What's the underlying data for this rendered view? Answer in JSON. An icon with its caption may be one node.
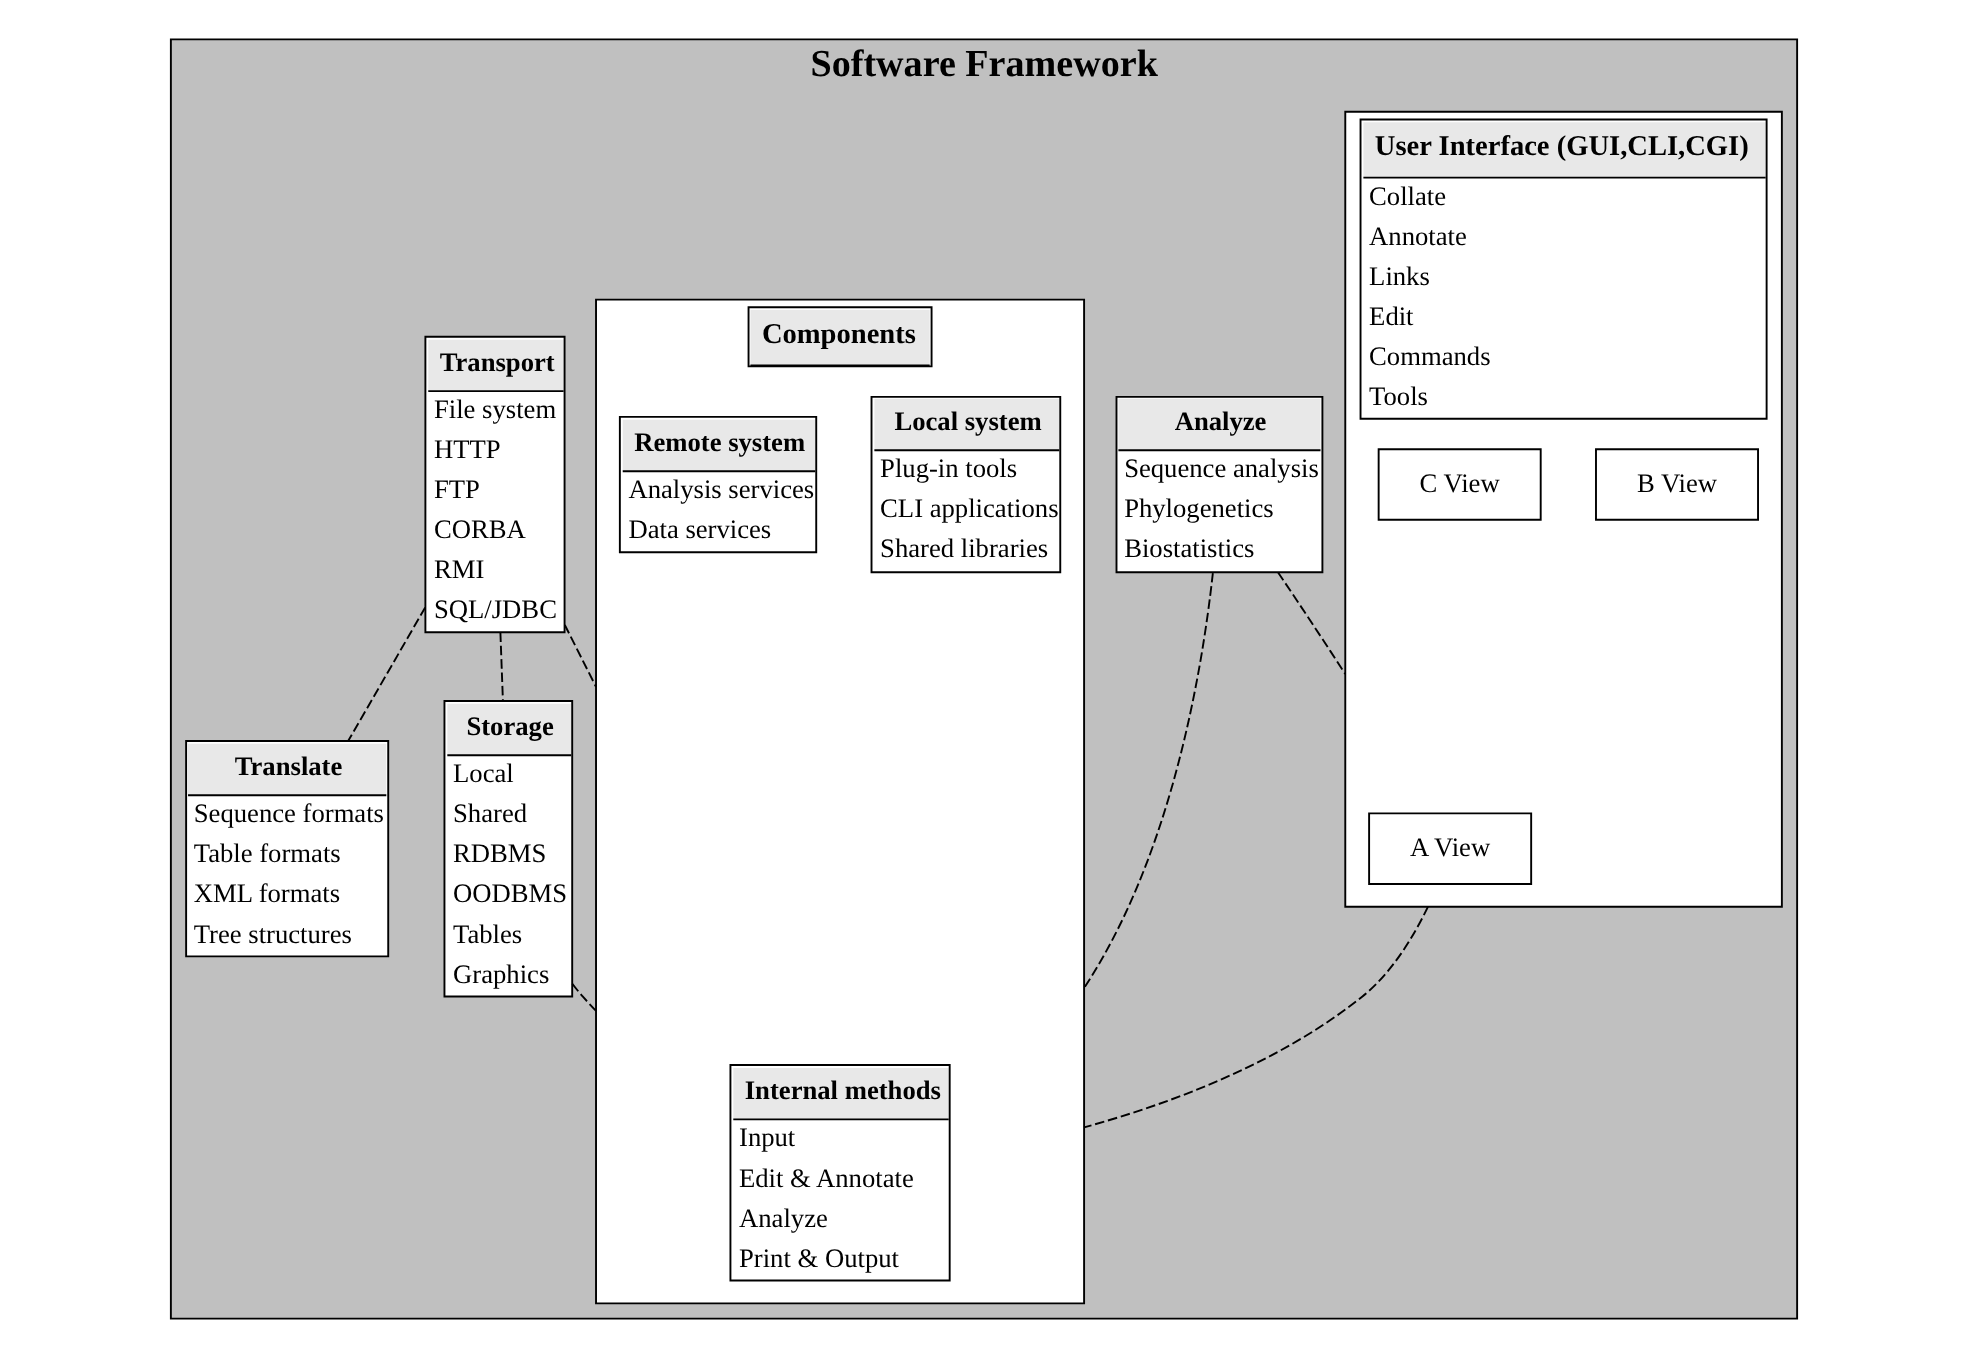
{
  "diagram": {
    "nodes": [
      {
        "text": [
          "Software Framework"
        ]
      },
      {
        "text": [
          "Analyze",
          "Sequence analysis",
          "Phylogenetics",
          "Biostatistics"
        ],
        "in": 0
      },
      {
        "text": [
          "User Interface (GUI,CLI,CGI)",
          "Collate",
          "Annotate",
          "Links",
          "Edit",
          "Commands",
          "Tools"
        ],
        "in": 0
      },
      {
        "text": [
          "A View"
        ],
        "in": 2
      },
      {
        "text": [
          "B View"
        ],
        "in": 2
      },
      {
        "text": [
          "C View"
        ],
        "in": 2
      },
      {
        "text": [
          "Transport",
          "File system",
          "HTTP",
          "FTP",
          "CORBA",
          "RMI",
          "SQL/JDBC"
        ],
        "in": 0
      },
      {
        "text": [
          "Translate",
          "Sequence formats",
          "Table formats",
          "XML formats",
          "Tree structures"
        ],
        "in": 0
      },
      {
        "text": [
          "Storage",
          "Local",
          "Shared",
          "RDBMS",
          "OODBMS",
          "Tables",
          "Graphics"
        ],
        "in": 0
      },
      {
        "text": [
          "Components"
        ],
        "in": 0
      },
      {
        "text": [
          "Internal methods",
          "Input",
          "Edit & Annotate",
          "Analyze",
          "Print & Output"
        ],
        "in": 9
      },
      {
        "text": [
          "Local system",
          "Plug-in tools",
          "CLI applications",
          "Shared libraries"
        ],
        "in": 9
      },
      {
        "text": [
          "Remote system",
          "Analysis services",
          "Data services"
        ],
        "in": 9
      }
    ],
    "edges": [
      {
        "from": 1,
        "to": 2,
        "arrow": "none",
        "style": "dashed"
      },
      {
        "from": 1,
        "to": 9,
        "arrow": "none",
        "style": "dashed"
      },
      {
        "from": 2,
        "to": 9,
        "arrow": "none",
        "style": "dashed"
      },
      {
        "from": 6,
        "to": 9,
        "arrow": "none",
        "style": "dashed"
      },
      {
        "from": 6,
        "to": 7,
        "arrow": "none",
        "style": "dashed"
      },
      {
        "from": 6,
        "to": 8,
        "arrow": "none",
        "style": "dashed"
      },
      {
        "from": 8,
        "to": 9,
        "arrow": "none",
        "style": "dashed"
      }
    ]
  }
}
